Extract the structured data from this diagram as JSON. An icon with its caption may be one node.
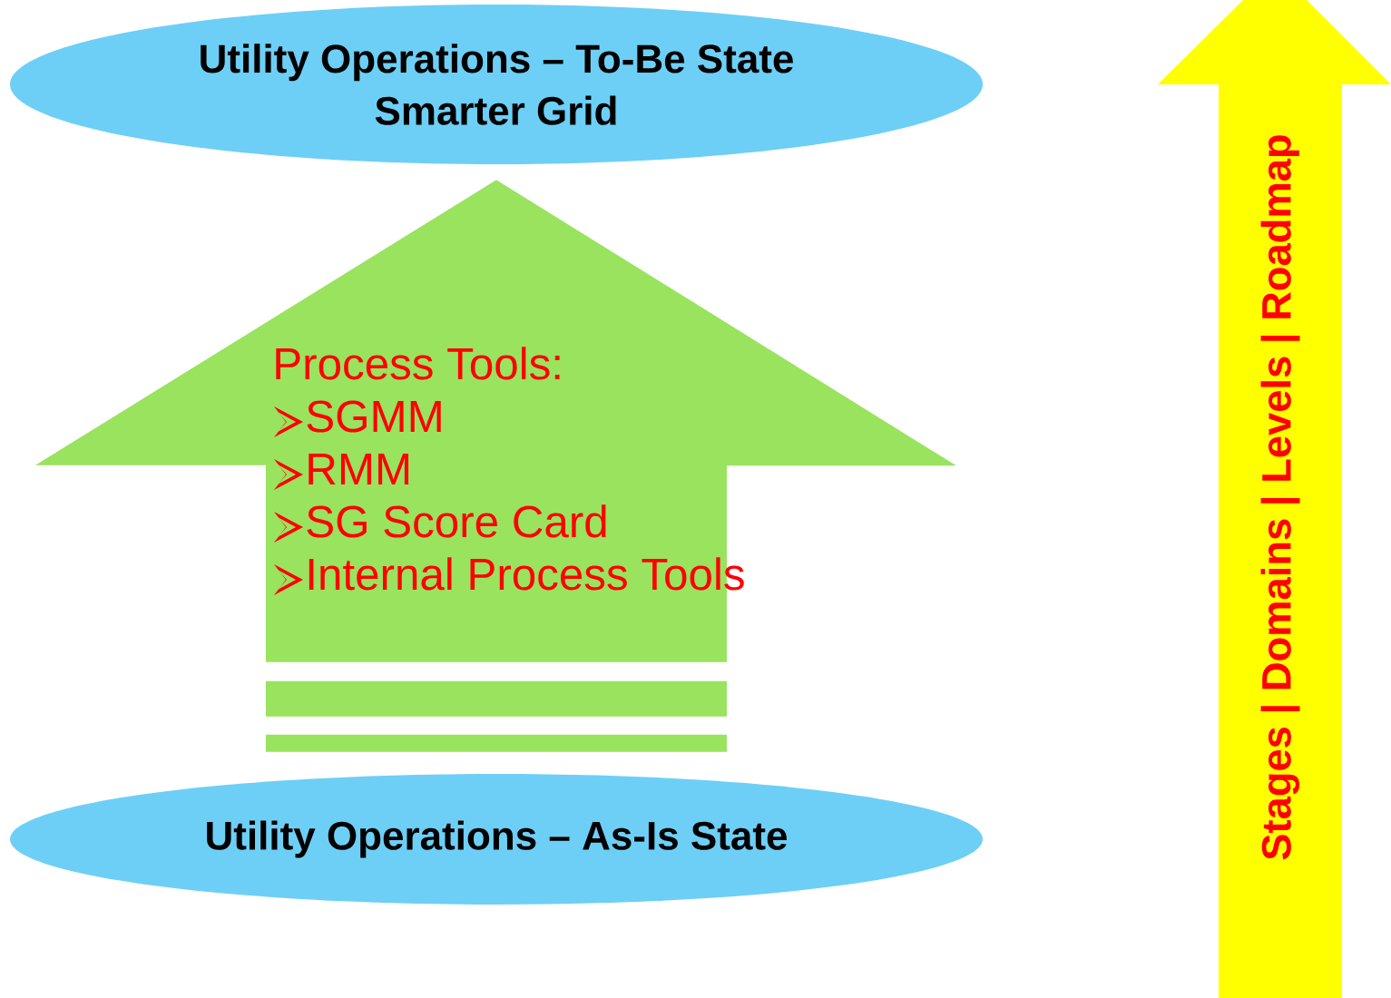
{
  "diagram": {
    "nodes": [
      {
        "text": [
          "Utility Operations – To-Be State",
          "Smarter Grid"
        ]
      },
      {
        "text": [
          "Utility Operations – As-Is State"
        ]
      },
      {
        "text": [
          "Stages | Domains | Levels | Roadmap"
        ]
      }
    ],
    "edges": [
      {
        "from": 1,
        "to": 0,
        "arrow": "to"
      }
    ],
    "labels": [
      "Process Tools:",
      "SGMM",
      "RMM",
      "SG Score Card",
      "Internal Process Tools"
    ]
  }
}
